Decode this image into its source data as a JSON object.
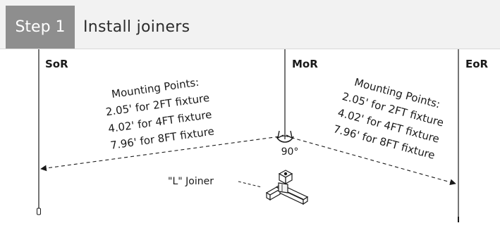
{
  "header": {
    "step_label": "Step 1",
    "title": "Install joiners"
  },
  "diagram": {
    "markers": {
      "start": "SoR",
      "middle": "MoR",
      "end": "EoR"
    },
    "left_note": {
      "line1": "Mounting Points:",
      "line2": "2.05' for 2FT fixture",
      "line3": "4.02' for 4FT fixture",
      "line4": "7.96' for 8FT fixture"
    },
    "right_note": {
      "line1": "Mounting Points:",
      "line2": "2.05' for 2FT fixture",
      "line3": "4.02' for 4FT fixture",
      "line4": "7.96' for 8FT fixture"
    },
    "angle_label": "90°",
    "joiner_label": "\"L\" Joiner"
  },
  "colors": {
    "badge": "#8e8e8e",
    "header_bg": "#f2f2f2",
    "line": "#1a1a1a"
  }
}
